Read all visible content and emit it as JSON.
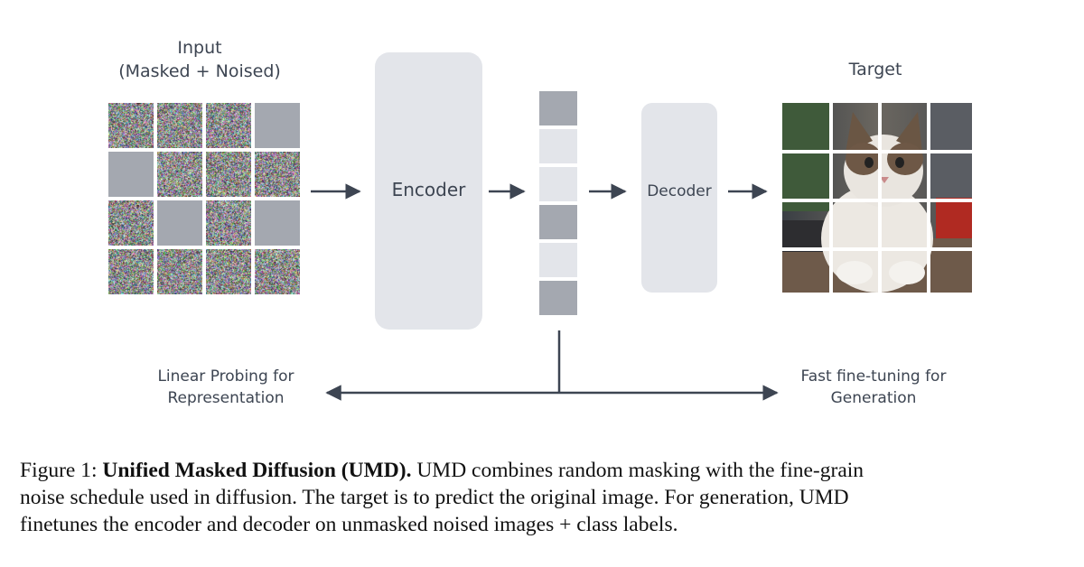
{
  "input": {
    "title_line1": "Input",
    "title_line2": "(Masked + Noised)"
  },
  "target": {
    "title": "Target"
  },
  "encoder": {
    "label": "Encoder"
  },
  "decoder": {
    "label": "Decoder"
  },
  "input_grid": [
    "noise",
    "noise",
    "noise",
    "mask",
    "mask",
    "noise",
    "noise",
    "noise",
    "noise",
    "mask",
    "noise",
    "mask",
    "noise",
    "noise",
    "noise",
    "noise"
  ],
  "latent_tokens": [
    "mask",
    "visible",
    "visible",
    "mask",
    "visible",
    "mask"
  ],
  "outputs": {
    "left_line1": "Linear Probing for",
    "left_line2": "Representation",
    "right_line1": "Fast fine-tuning for",
    "right_line2": "Generation"
  },
  "caption": {
    "prefix": "Figure 1: ",
    "bold": "Unified Masked Diffusion (UMD).",
    "line1_rest": " UMD combines random masking with the fine-grain",
    "line2": "noise schedule used in diffusion. The target is to predict the original image. For generation, UMD",
    "line3": "finetunes the encoder and decoder on unmasked noised images + class labels."
  },
  "colors": {
    "block": "#e3e5ea",
    "mask": "#a4a8b0",
    "arrow": "#3d4552",
    "text": "#3d4552"
  }
}
